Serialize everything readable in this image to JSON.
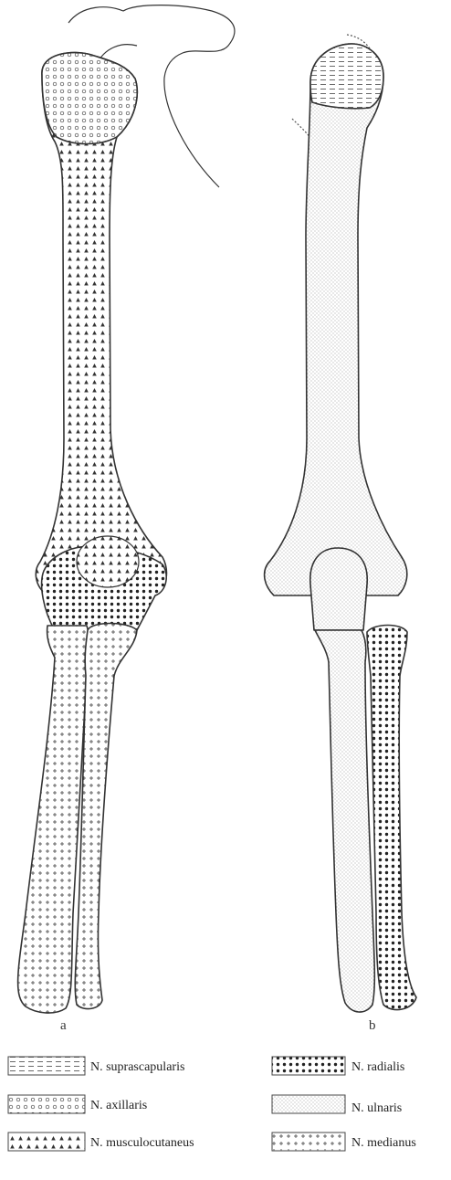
{
  "figure": {
    "panels": [
      {
        "id": "a",
        "label": "a"
      },
      {
        "id": "b",
        "label": "b"
      }
    ]
  },
  "legend": {
    "items": [
      {
        "key": "suprascapularis",
        "label": "N. suprascapularis",
        "pattern": "dashes"
      },
      {
        "key": "radialis",
        "label": "N. radialis",
        "pattern": "dots-bold"
      },
      {
        "key": "axillaris",
        "label": "N. axillaris",
        "pattern": "circles"
      },
      {
        "key": "ulnaris",
        "label": "N. ulnaris",
        "pattern": "stipple"
      },
      {
        "key": "musculocutaneus",
        "label": "N. musculocutaneus",
        "pattern": "triangles"
      },
      {
        "key": "medianus",
        "label": "N. medianus",
        "pattern": "crosses"
      }
    ]
  },
  "colors": {
    "ink": "#222222",
    "paper": "#ffffff"
  }
}
